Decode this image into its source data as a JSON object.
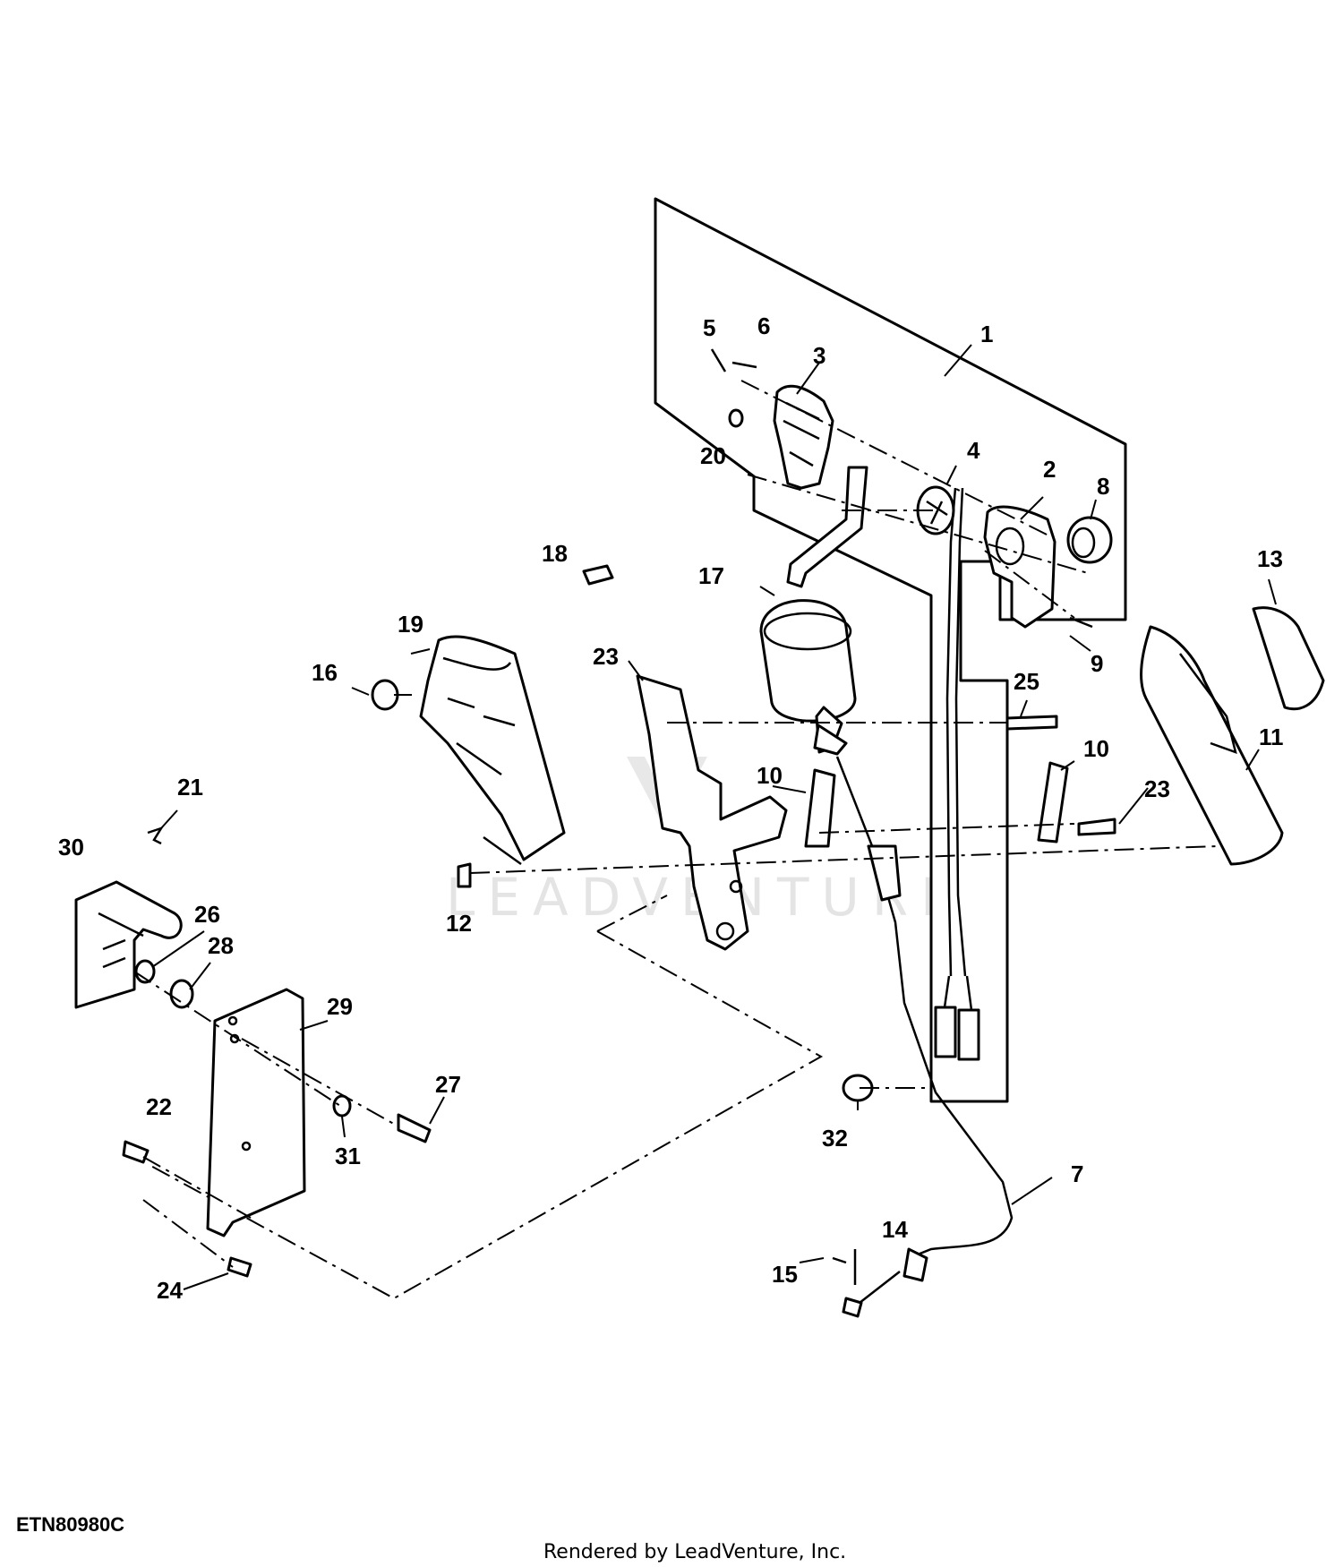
{
  "diagram": {
    "callouts": {
      "n1": "1",
      "n2": "2",
      "n3": "3",
      "n4": "4",
      "n5": "5",
      "n6": "6",
      "n7": "7",
      "n8": "8",
      "n9": "9",
      "n10a": "10",
      "n10b": "10",
      "n11": "11",
      "n12": "12",
      "n13": "13",
      "n14": "14",
      "n15": "15",
      "n16": "16",
      "n17": "17",
      "n18": "18",
      "n19": "19",
      "n20": "20",
      "n21": "21",
      "n22": "22",
      "n23a": "23",
      "n23b": "23",
      "n24": "24",
      "n25": "25",
      "n26": "26",
      "n27": "27",
      "n28": "28",
      "n29": "29",
      "n30": "30",
      "n31": "31",
      "n32": "32"
    },
    "watermark": "LEADVENTURE",
    "figure_code": "ETN80980C",
    "credit": "Rendered by LeadVenture, Inc."
  }
}
